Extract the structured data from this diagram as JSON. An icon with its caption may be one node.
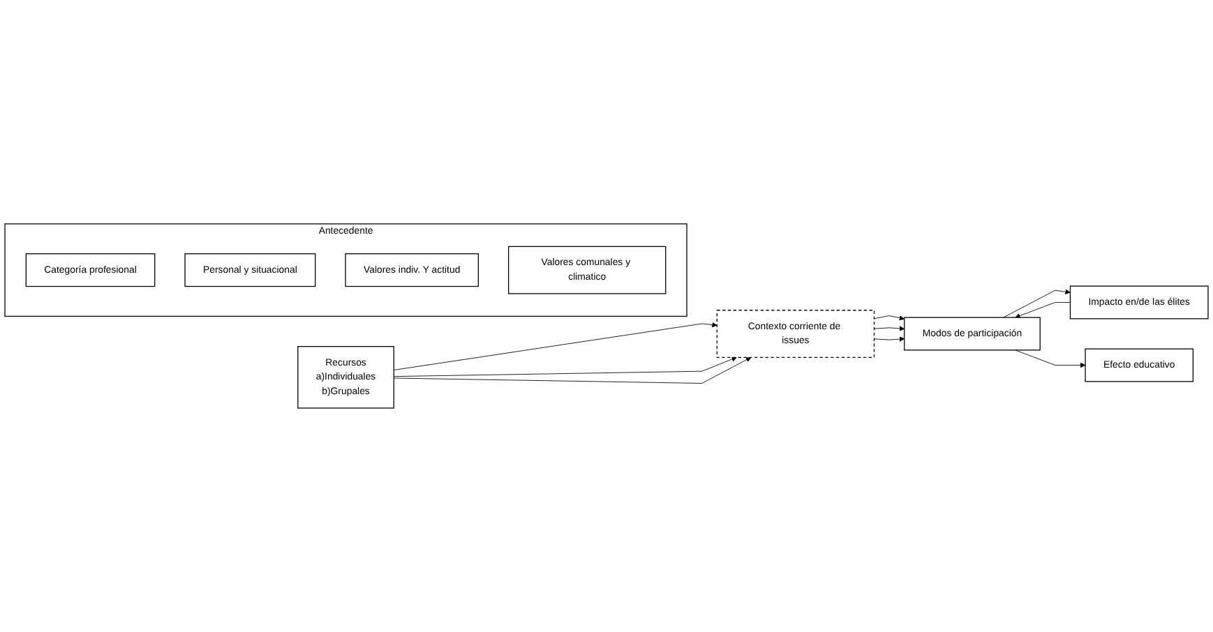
{
  "diagram": {
    "nodes": [
      {
        "text": [
          "Recursos",
          "a)Individuales",
          "b)Grupales"
        ]
      },
      {
        "text": [
          "Antecedente"
        ]
      },
      {
        "text": [
          "Categoría profesional"
        ],
        "in": 1
      },
      {
        "text": [
          "Personal y situacional"
        ],
        "in": 1
      },
      {
        "text": [
          "Valores indiv. Y actitud"
        ],
        "in": 1
      },
      {
        "text": [
          "Valores comunales y climatico"
        ],
        "in": 1
      },
      {
        "text": [
          "Contexto corriente de issues"
        ]
      },
      {
        "text": [
          "Modos de participación"
        ]
      },
      {
        "text": [
          "Impacto en/de las élites"
        ]
      },
      {
        "text": [
          "Efecto educativo"
        ]
      }
    ],
    "edges": [
      {
        "from": 0,
        "to": 6,
        "arrow": "to"
      },
      {
        "from": 0,
        "to": 6,
        "arrow": "to"
      },
      {
        "from": 0,
        "to": 6,
        "arrow": "to"
      },
      {
        "from": 6,
        "to": 7,
        "arrow": "to"
      },
      {
        "from": 6,
        "to": 7,
        "arrow": "to"
      },
      {
        "from": 6,
        "to": 7,
        "arrow": "to"
      },
      {
        "from": 7,
        "to": 8,
        "arrow": "to"
      },
      {
        "from": 8,
        "to": 7,
        "arrow": "to"
      },
      {
        "from": 7,
        "to": 9,
        "arrow": "to"
      }
    ]
  }
}
